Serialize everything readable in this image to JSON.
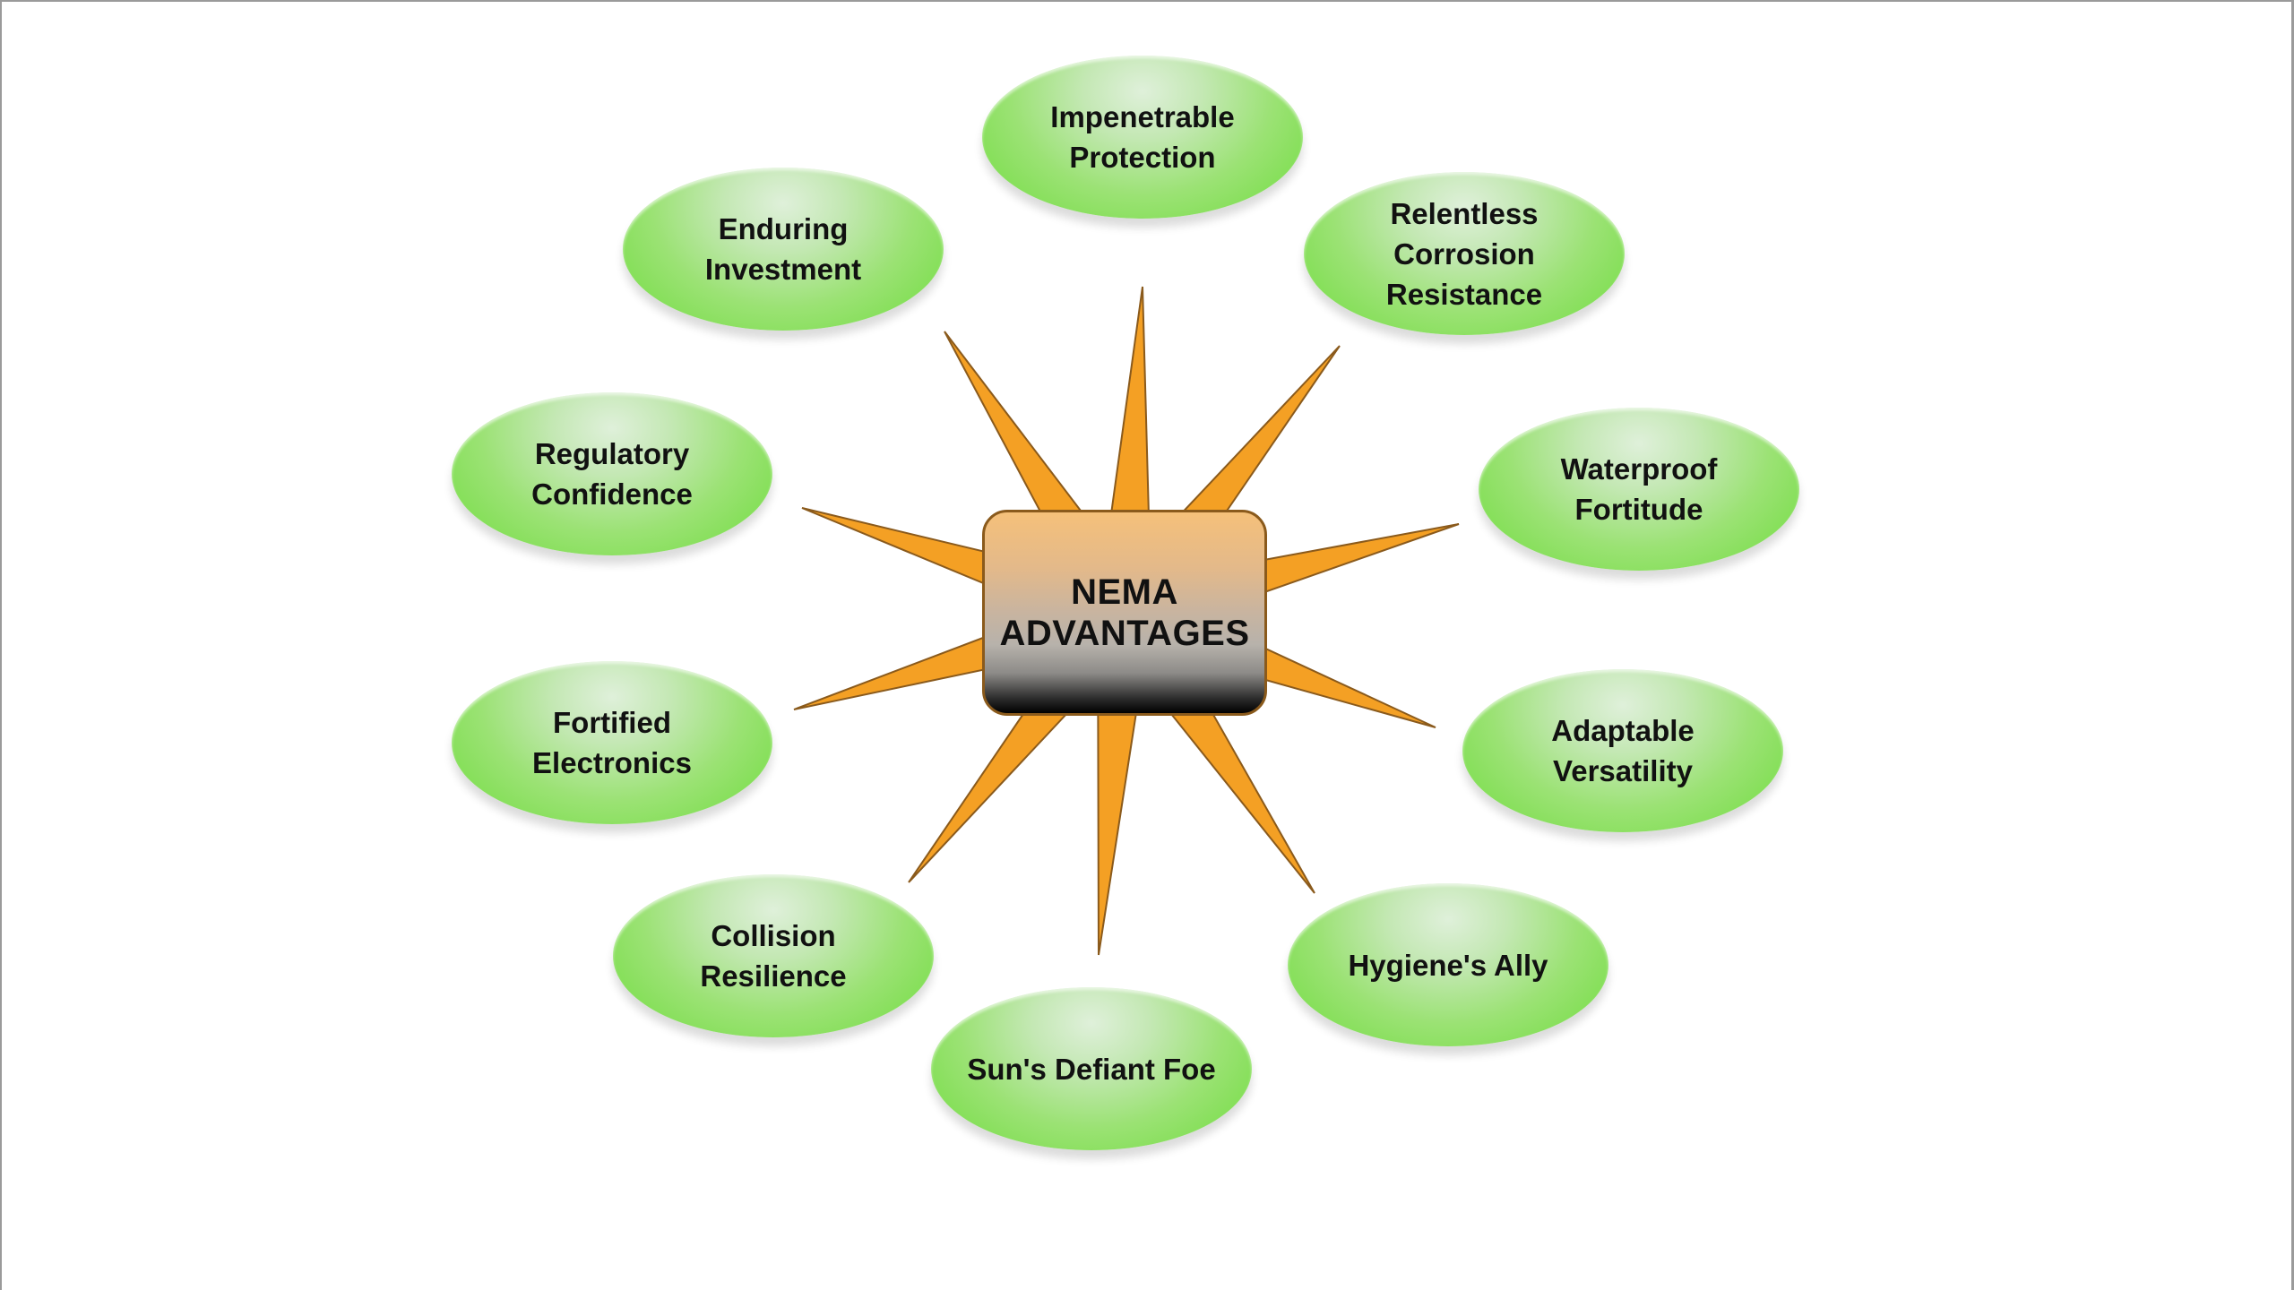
{
  "hub": {
    "line1": "NEMA",
    "line2": "ADVANTAGES"
  },
  "advantages": [
    "Impenetrable Protection",
    "Relentless Corrosion Resistance",
    "Waterproof Fortitude",
    "Adaptable Versatility",
    "Hygiene's Ally",
    "Sun's Defiant Foe",
    "Collision Resilience",
    "Fortified Electronics",
    "Regulatory Confidence",
    "Enduring Investment"
  ],
  "colors": {
    "ray_fill": "#f4a024",
    "ray_stroke": "#8a5a1c",
    "bubble_green": "#82df55",
    "hub_orange": "#f5c07a"
  }
}
